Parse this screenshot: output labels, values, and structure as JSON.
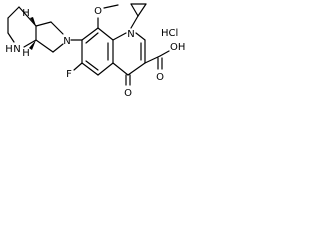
{
  "structure": {
    "labels": {
      "nh": "N",
      "nh_h": "H",
      "pyrrolidine_n": "N",
      "methoxy_o": "O",
      "quinolone_n": "N",
      "fluorine": "F",
      "keto_o": "O",
      "carboxyl_o": "O",
      "hydroxyl": "OH",
      "salt": "HCl"
    },
    "stereo_marks": {
      "top": "H",
      "bottom": "H"
    }
  }
}
